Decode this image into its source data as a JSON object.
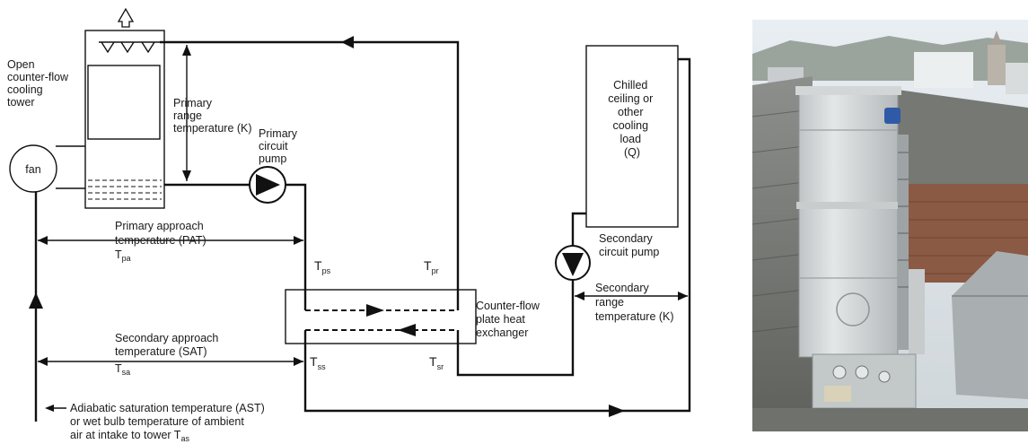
{
  "labels": {
    "tower_line1": "Open",
    "tower_line2": "counter-flow",
    "tower_line3": "cooling",
    "tower_line4": "tower",
    "fan": "fan",
    "prim_range1": "Primary",
    "prim_range2": "range",
    "prim_range3": "temperature (K)",
    "prim_pump1": "Primary",
    "prim_pump2": "circuit",
    "prim_pump3": "pump",
    "pat1": "Primary approach",
    "pat2": "temperature (PAT)",
    "pat_sym": "T",
    "pat_sub": "pa",
    "sat1": "Secondary approach",
    "sat2": "temperature (SAT)",
    "sat_sym": "T",
    "sat_sub": "sa",
    "ast1": "Adiabatic saturation temperature (AST)",
    "ast2": "or wet bulb temperature of ambient",
    "ast3": "air at intake to tower T",
    "ast_sub": "as",
    "tps": "T",
    "tps_sub": "ps",
    "tpr": "T",
    "tpr_sub": "pr",
    "tss": "T",
    "tss_sub": "ss",
    "tsr": "T",
    "tsr_sub": "sr",
    "hx1": "Counter-flow",
    "hx2": "plate heat",
    "hx3": "exchanger",
    "load1": "Chilled",
    "load2": "ceiling or",
    "load3": "other",
    "load4": "cooling",
    "load5": "load",
    "load6": "(Q)",
    "sec_pump1": "Secondary",
    "sec_pump2": "circuit pump",
    "sec_range1": "Secondary",
    "sec_range2": "range",
    "sec_range3": "temperature (K)"
  },
  "photo": {
    "subject": "rooftop cooling tower installation"
  }
}
